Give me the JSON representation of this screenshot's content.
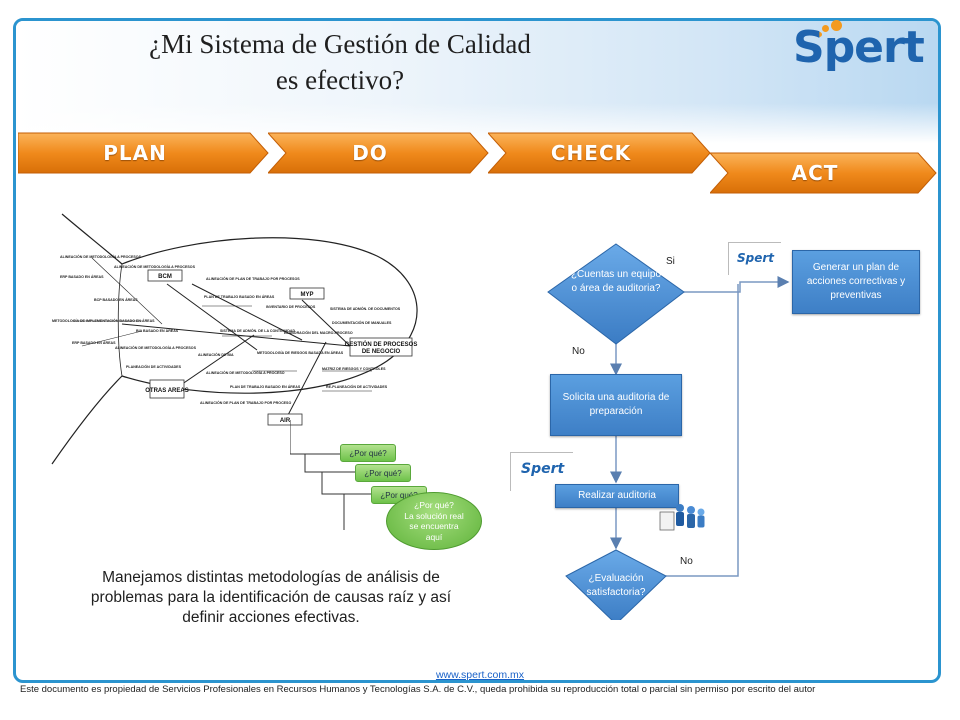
{
  "title": {
    "line1": "¿Mi  Sistema de Gestión de Calidad",
    "line2": "es efectivo?"
  },
  "logo": {
    "text": "Spert"
  },
  "pdca_steps": [
    {
      "label": "PLAN"
    },
    {
      "label": "DO"
    },
    {
      "label": "CHECK"
    },
    {
      "label": "ACT"
    }
  ],
  "fishbone": {
    "categories": [
      "BCM",
      "MYP",
      "OTRAS AREAS",
      "AIR"
    ],
    "head": [
      "GESTIÓN DE PROCESOS",
      "DE NEGOCIO"
    ],
    "causes": [
      "ALINEACIÓN DE METODOLOGÍA A PROCESOS",
      "ERP BASADO EN ÁREAS",
      "BCP BASADO EN ÁREAS",
      "ALINEACIÓN DE METODOLOGÍA A PROCESOS",
      "ALINEACIÓN DE PLAN DE TRABAJO POR PROCESOS",
      "PLAN DE TRABAJO BASADO EN ÁREAS",
      "INVENTARIO DE PROCESOS",
      "SISTEMA DE ADMÓN. DE DOCUMENTOS",
      "DOCUMENTACIÓN DE MANUALES",
      "ELABORACIÓN DEL MACRO-PROCESO",
      "METODOLOGÍA DE IMPLEMENTACIÓN BASADO EN ÁREAS",
      "BIA BASADO EN ÁREAS",
      "SISTEMA DE ADMÓN. DE LA CONTINUIDAD",
      "ERP BASADO EN ÁREAS",
      "ALINEACIÓN DE METODOLOGÍA A PROCESOS",
      "ALINEACIÓN DE BIA",
      "METODOLOGÍA DE RIESGOS BASADA EN ÁREAS",
      "MATRIZ DE RIESGOS Y CONTROLES",
      "PLANEACIÓN DE ACTIVIDADES",
      "ALINEACIÓN DE METODOLOGÍA A PROCESO",
      "RE-PLANEACIÓN DE ACTIVIDADES",
      "PLAN DE TRABAJO BASADO EN ÁREAS",
      "ALINEACIÓN DE PLAN DE TRABAJO POR PROCESO"
    ]
  },
  "why_chain": {
    "items": [
      "¿Por qué?",
      "¿Por qué?",
      "¿Por qué?"
    ],
    "final": [
      "¿Por qué?",
      "La solución real",
      "se encuentra",
      "aquí"
    ]
  },
  "left_paragraph": "Manejamos distintas metodologías de análisis de problemas para la identificación de causas raíz y así definir acciones efectivas.",
  "flowchart": {
    "decision1": "¿Cuentas un equipo o área de auditoria?",
    "yes_label": "Si",
    "no_label_1": "No",
    "process_preparation": "Solicita una auditoria de preparación",
    "process_audit": "Realizar auditoria",
    "decision2": "¿Evaluación satisfactoria?",
    "no_label_2": "No",
    "action_plan": "Generar un plan de acciones correctivas y preventivas",
    "mini_logo_text": "Spert"
  },
  "footer": {
    "url": "www.spert.com.mx",
    "note": "Este documento es propiedad de Servicios Profesionales en Recursos Humanos y Tecnologías S.A. de C.V., queda prohibida su reproducción total o parcial sin permiso por escrito del autor"
  },
  "colors": {
    "frame": "#2b94cf",
    "pdca_orange": "#f08a1c",
    "flow_blue": "#4a8bd4",
    "why_green": "#7ccb55",
    "logo_blue": "#1f64ae",
    "logo_orange": "#f39a1e"
  }
}
